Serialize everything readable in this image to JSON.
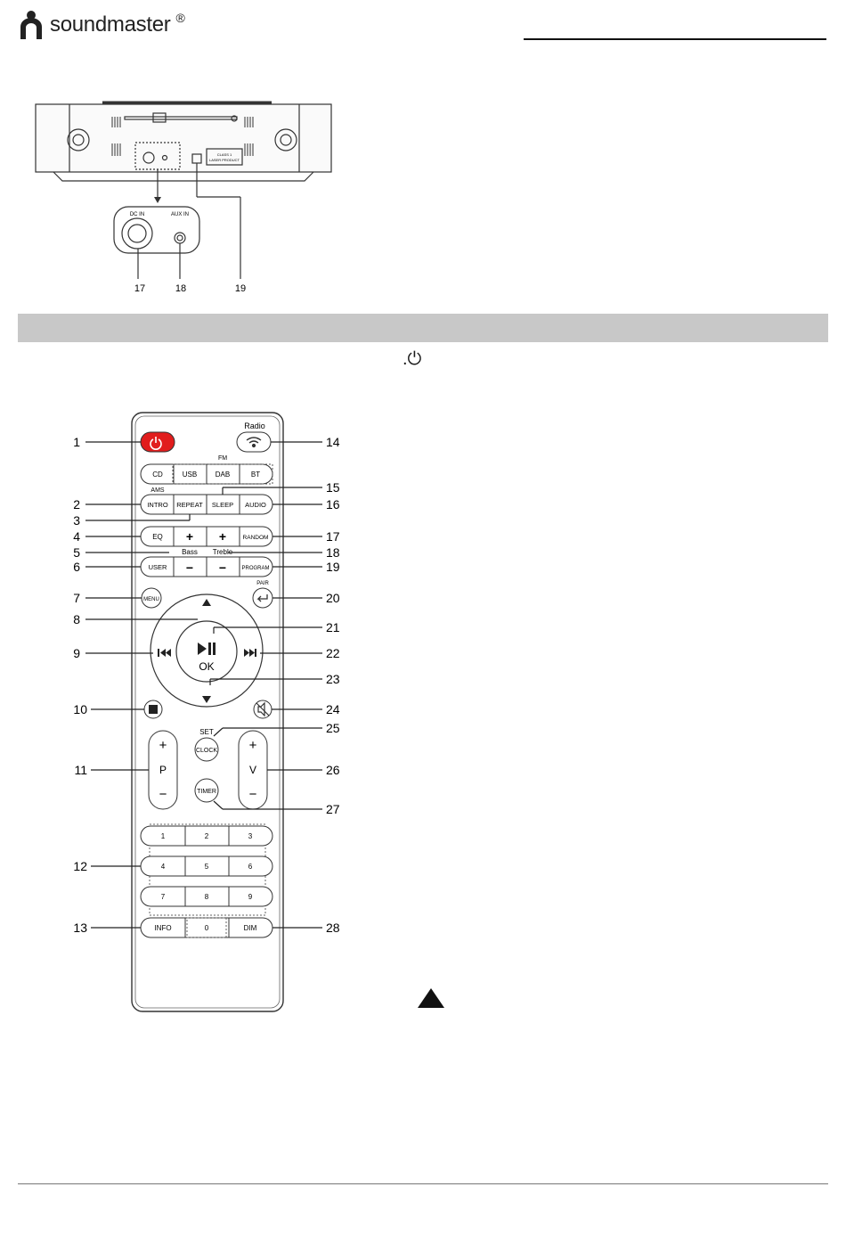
{
  "header": {
    "brand_name": "soundmaster",
    "brand_registered": "®"
  },
  "device_rear": {
    "connectors": [
      {
        "num": "17",
        "label": "DC IN"
      },
      {
        "num": "18",
        "label": "AUX IN"
      },
      {
        "num": "19"
      }
    ],
    "laser_label": [
      "CLASS 1",
      "LASER PRODUCT"
    ]
  },
  "power_note": ".⏻",
  "remote": {
    "labels": {
      "radio": "Radio",
      "fm": "FM",
      "ams": "AMS",
      "bass": "Bass",
      "treble": "Treble",
      "pair": "PAIR",
      "set": "SET",
      "ok": "OK",
      "p": "P",
      "v": "V",
      "plus": "+",
      "minus": "−"
    },
    "source_buttons": [
      "CD",
      "USB",
      "DAB",
      "BT"
    ],
    "row_intro": [
      "INTRO",
      "REPEAT",
      "SLEEP",
      "AUDIO"
    ],
    "row_eq": [
      "EQ",
      "RANDOM"
    ],
    "row_user": [
      "USER",
      "PROGRAM"
    ],
    "menu": "MENU",
    "clock": "CLOCK",
    "timer": "TIMER",
    "keypad": [
      "1",
      "2",
      "3",
      "4",
      "5",
      "6",
      "7",
      "8",
      "9"
    ],
    "bottom_row": [
      "INFO",
      "0",
      "DIM"
    ],
    "callouts_left": [
      "1",
      "2",
      "3",
      "4",
      "5",
      "6",
      "7",
      "8",
      "9",
      "10",
      "11",
      "12",
      "13"
    ],
    "callouts_right": [
      "14",
      "15",
      "16",
      "17",
      "18",
      "19",
      "20",
      "21",
      "22",
      "23",
      "24",
      "25",
      "26",
      "27",
      "28"
    ]
  }
}
